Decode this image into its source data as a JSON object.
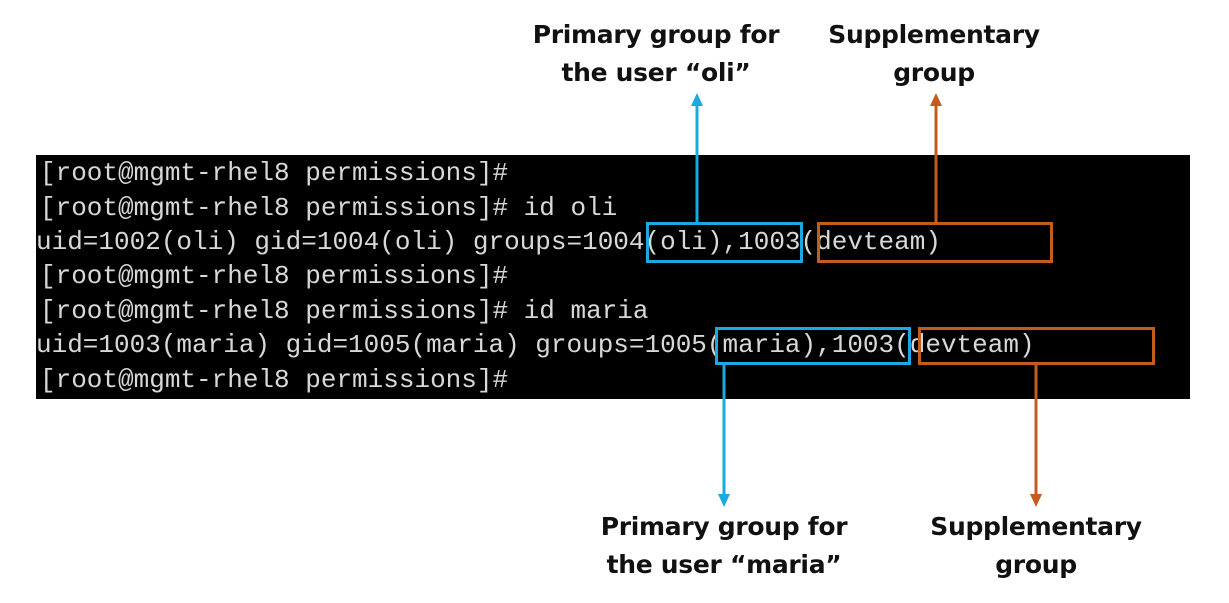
{
  "callouts": {
    "primary_oli": [
      "Primary group for",
      "the user “oli”"
    ],
    "supplementary_top": [
      "Supplementary",
      "group"
    ],
    "primary_maria": [
      "Primary group for",
      "the user “maria”"
    ],
    "supplementary_bottom": [
      "Supplementary",
      "group"
    ]
  },
  "terminal": {
    "lines": [
      "[root@mgmt-rhel8 permissions]#",
      "[root@mgmt-rhel8 permissions]# id oli",
      "uid=1002(oli) gid=1004(oli) groups=1004(oli),1003(devteam)",
      "[root@mgmt-rhel8 permissions]#",
      "[root@mgmt-rhel8 permissions]# id maria",
      "uid=1003(maria) gid=1005(maria) groups=1005(maria),1003(devteam)",
      "[root@mgmt-rhel8 permissions]#"
    ]
  },
  "colors": {
    "primary_highlight": "#1ba9e1",
    "supplementary_highlight": "#c35c1e",
    "terminal_bg": "#000000",
    "terminal_text": "#d8d8d8"
  }
}
